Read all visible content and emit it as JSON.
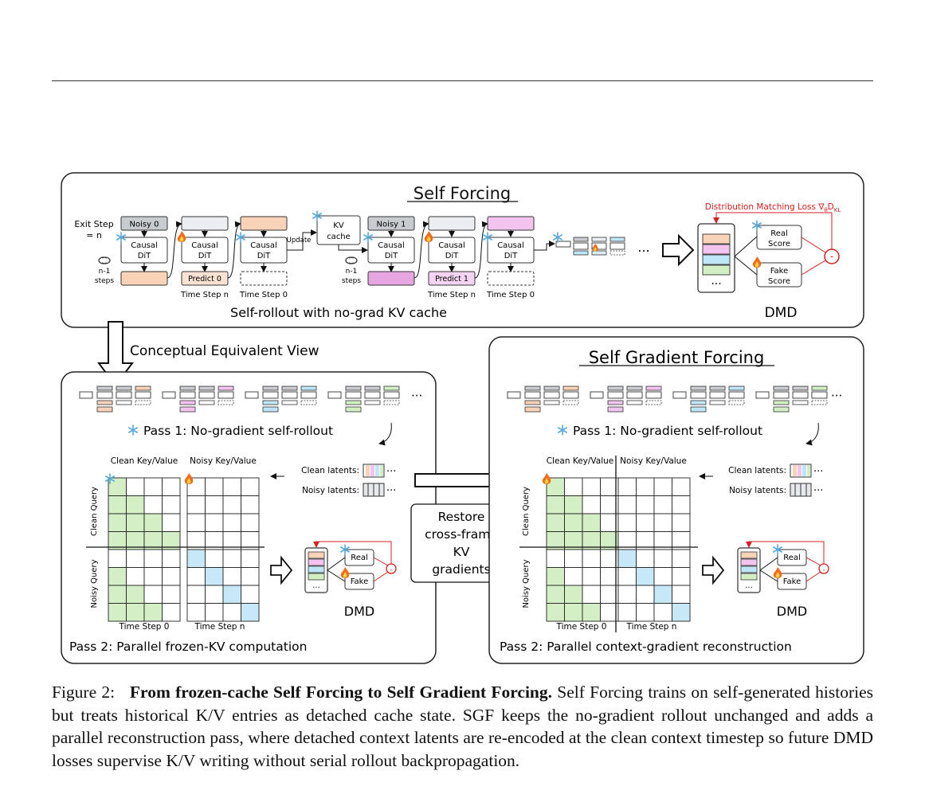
{
  "self_forcing": {
    "title": "Self Forcing",
    "exit_step": "Exit Step",
    "exit_step_n": "= n",
    "noisy_0": "Noisy 0",
    "noisy_1": "Noisy 1",
    "causal": "Causal",
    "dit": "DiT",
    "steps_a": "n-1",
    "steps_b": "steps",
    "predict_0": "Predict 0",
    "predict_1": "Predict 1",
    "time_step_n": "Time Step n",
    "time_step_0": "Time Step 0",
    "update": "Update",
    "kv": "KV",
    "cache": "cache",
    "ellipsis": "...",
    "subtitle": "Self-rollout with no-grad KV cache",
    "dmd_loss": "Distribution Matching Loss ∇",
    "dmd_loss_theta": "θ",
    "dmd_loss_d": "D",
    "dmd_loss_kl": "KL",
    "real": "Real",
    "fake": "Fake",
    "score": "Score",
    "minus": "-",
    "dmd": "DMD"
  },
  "conceptual_view": "Conceptual Equivalent View",
  "left_panel": {
    "pass1": "Pass 1: No-gradient self-rollout",
    "clean_kv": "Clean Key/Value",
    "noisy_kv": "Noisy Key/Value",
    "clean_query": "Clean Query",
    "noisy_query": "Noisy Query",
    "time_step_0": "Time Step 0",
    "time_step_n": "Time Step n",
    "clean_latents": "Clean latents:",
    "noisy_latents": "Noisy latents:",
    "dots": "···",
    "real": "Real",
    "fake": "Fake",
    "dmd": "DMD",
    "pass2": "Pass 2: Parallel frozen-KV computation"
  },
  "middle": {
    "line1": "Restore",
    "line2": "cross-frame",
    "line3": "KV",
    "line4": "gradients"
  },
  "right_panel": {
    "title": "Self Gradient Forcing",
    "pass1": "Pass 1: No-gradient self-rollout",
    "clean_kv": "Clean Key/Value",
    "noisy_kv": "Noisy Key/Value",
    "clean_query": "Clean Query",
    "noisy_query": "Noisy Query",
    "time_step_0": "Time Step 0",
    "time_step_n": "Time Step n",
    "clean_latents": "Clean latents:",
    "noisy_latents": "Noisy latents:",
    "dots": "···",
    "real": "Real",
    "fake": "Fake",
    "dmd": "DMD",
    "pass2": "Pass 2: Parallel context-gradient reconstruction"
  },
  "caption": {
    "label": "Figure 2:",
    "bold": "From frozen-cache Self Forcing to Self Gradient Forcing.",
    "text": "Self Forcing trains on self-generated histories but treats historical K/V entries as detached cache state. SGF keeps the no-gradient rollout unchanged and adds a parallel reconstruction pass, where detached context latents are re-encoded at the clean context timestep so future DMD losses supervise K/V writing without serial rollout backpropagation."
  },
  "colors": {
    "orange": "#f8d3b8",
    "pink": "#f2c4ee",
    "blue": "#bfe6f6",
    "green": "#d2efc4",
    "grid_green": "#d4eec6",
    "grid_blue": "#c7e9f7",
    "red": "#d42020",
    "gray": "#c8cbcf",
    "light_gray": "#eceef1"
  }
}
